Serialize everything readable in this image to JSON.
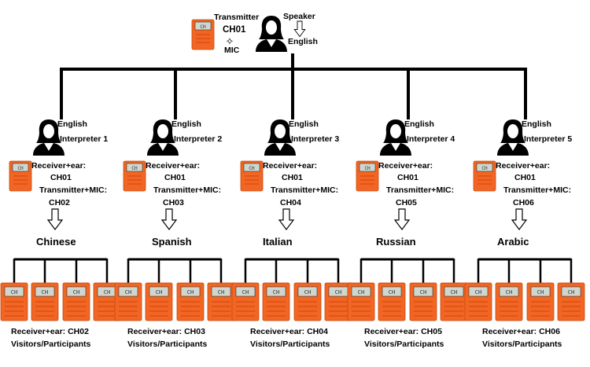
{
  "speaker": {
    "transmitter_label": "Transmitter",
    "channel_label": "CH01",
    "mic_label": "MIC",
    "role_label": "Speaker",
    "language": "English"
  },
  "interpreters": [
    {
      "language": "English",
      "name": "Interpreter 1",
      "receiver_label": "Receiver+ear:",
      "receiver_channel": "CH01",
      "transmitter_label": "Transmitter+MIC:",
      "transmitter_channel": "CH02",
      "output_language": "Chinese",
      "footer_receiver": "Receiver+ear: CH02",
      "footer_group": "Visitors/Participants"
    },
    {
      "language": "English",
      "name": "Interpreter 2",
      "receiver_label": "Receiver+ear:",
      "receiver_channel": "CH01",
      "transmitter_label": "Transmitter+MIC:",
      "transmitter_channel": "CH03",
      "output_language": "Spanish",
      "footer_receiver": "Receiver+ear: CH03",
      "footer_group": "Visitors/Participants"
    },
    {
      "language": "English",
      "name": "Interpreter 3",
      "receiver_label": "Receiver+ear:",
      "receiver_channel": "CH01",
      "transmitter_label": "Transmitter+MIC:",
      "transmitter_channel": "CH04",
      "output_language": "Italian",
      "footer_receiver": "Receiver+ear: CH04",
      "footer_group": "Visitors/Participants"
    },
    {
      "language": "English",
      "name": "Interpreter 4",
      "receiver_label": "Receiver+ear:",
      "receiver_channel": "CH01",
      "transmitter_label": "Transmitter+MIC:",
      "transmitter_channel": "CH05",
      "output_language": "Russian",
      "footer_receiver": "Receiver+ear: CH05",
      "footer_group": "Visitors/Participants"
    },
    {
      "language": "English",
      "name": "Interpreter 5",
      "receiver_label": "Receiver+ear:",
      "receiver_channel": "CH01",
      "transmitter_label": "Transmitter+MIC:",
      "transmitter_channel": "CH06",
      "output_language": "Arabic",
      "footer_receiver": "Receiver+ear: CH06",
      "footer_group": "Visitors/Participants"
    }
  ],
  "colors": {
    "device": "#f26522",
    "device_dark": "#c94a10",
    "screen": "#cfd6cf",
    "line": "#000000"
  }
}
